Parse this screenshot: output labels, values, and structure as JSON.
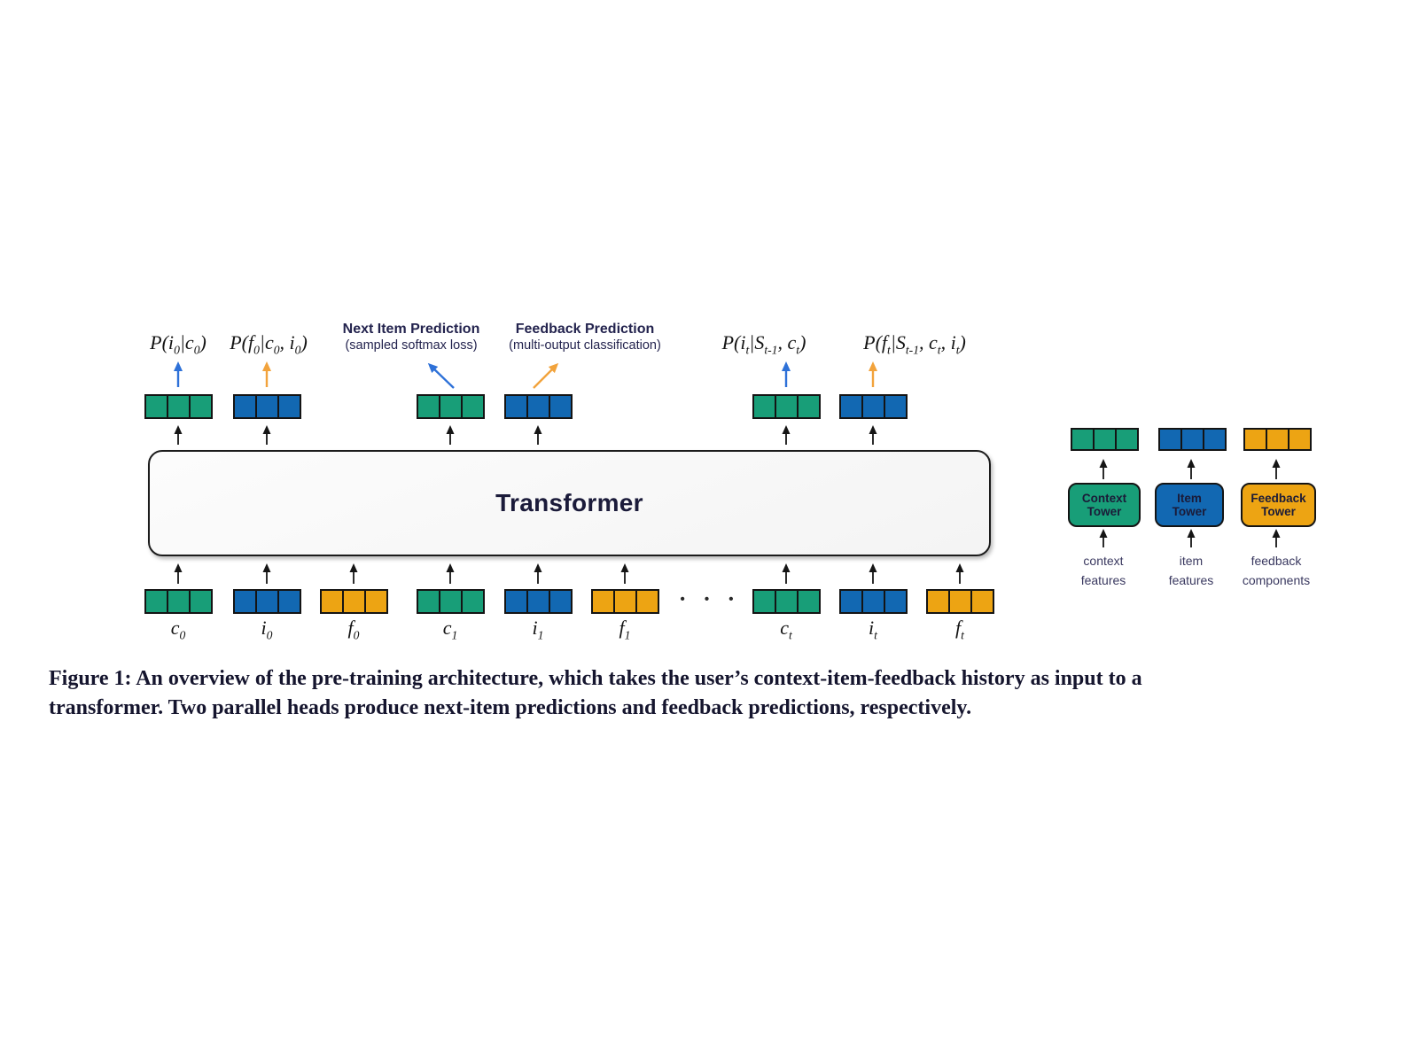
{
  "colors": {
    "green": "#189E78",
    "blue": "#1268B2",
    "orange": "#EDA413",
    "arrow_blue": "#2E71D8",
    "arrow_orange": "#F2A33C"
  },
  "predictions": {
    "p_i0": "P(i_0|c_0)",
    "p_f0": "P(f_0|c_0, i_0)",
    "p_it": "P(i_t|S_{t-1}, c_t)",
    "p_ft": "P(f_t|S_{t-1}, c_t, i_t)"
  },
  "heads": {
    "next_item": {
      "title": "Next Item Prediction",
      "subtitle": "(sampled softmax loss)"
    },
    "feedback": {
      "title": "Feedback Prediction",
      "subtitle": "(multi-output classification)"
    }
  },
  "transformer": {
    "label": "Transformer"
  },
  "inputs": {
    "c0": "c_0",
    "i0": "i_0",
    "f0": "f_0",
    "c1": "c_1",
    "i1": "i_1",
    "f1": "f_1",
    "ct": "c_t",
    "it": "i_t",
    "ft": "f_t",
    "ellipsis": "• • •"
  },
  "towers": {
    "context": {
      "label": "Context Tower",
      "feature_line1": "context",
      "feature_line2": "features"
    },
    "item": {
      "label": "Item Tower",
      "feature_line1": "item",
      "feature_line2": "features"
    },
    "feedback": {
      "label": "Feedback Tower",
      "feature_line1": "feedback",
      "feature_line2": "components"
    }
  },
  "caption": {
    "line1": "Figure 1: An overview of the pre-training architecture, which takes the user’s context-item-feedback history as input to a",
    "line2": "transformer. Two parallel heads produce next-item predictions and feedback predictions, respectively."
  }
}
